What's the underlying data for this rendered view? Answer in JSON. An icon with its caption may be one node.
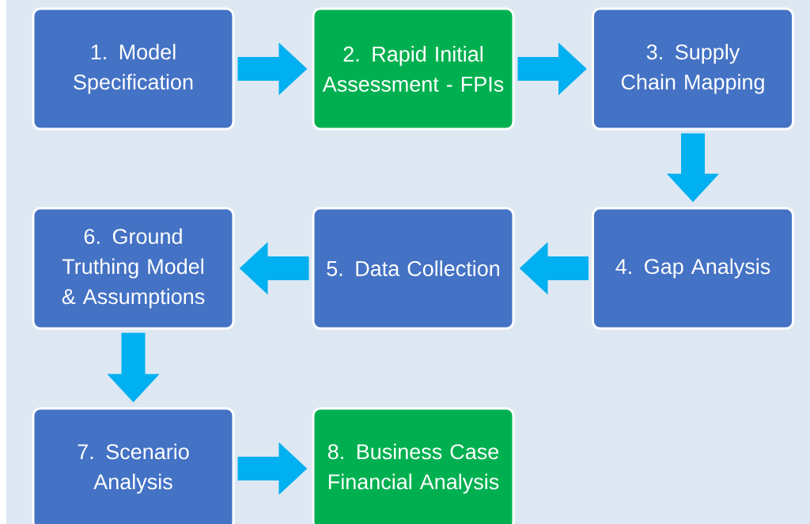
{
  "diagram": {
    "nodes": [
      {
        "text": [
          "1. Model Specification"
        ]
      },
      {
        "text": [
          "2. Rapid Initial Assessment - FPIs"
        ]
      },
      {
        "text": [
          "3. Supply Chain Mapping"
        ]
      },
      {
        "text": [
          "4. Gap Analysis"
        ]
      },
      {
        "text": [
          "5. Data Collection"
        ]
      },
      {
        "text": [
          "6. Ground Truthing Model & Assumptions"
        ]
      },
      {
        "text": [
          "7. Scenario Analysis"
        ]
      },
      {
        "text": [
          "8. Business Case Financial Analysis"
        ]
      }
    ],
    "edges": [
      {
        "from": 0,
        "to": 1,
        "arrow": "to"
      },
      {
        "from": 1,
        "to": 2,
        "arrow": "to"
      },
      {
        "from": 2,
        "to": 3,
        "arrow": "to"
      },
      {
        "from": 3,
        "to": 4,
        "arrow": "to"
      },
      {
        "from": 4,
        "to": 5,
        "arrow": "to"
      },
      {
        "from": 5,
        "to": 6,
        "arrow": "to"
      },
      {
        "from": 6,
        "to": 7,
        "arrow": "to"
      }
    ]
  }
}
